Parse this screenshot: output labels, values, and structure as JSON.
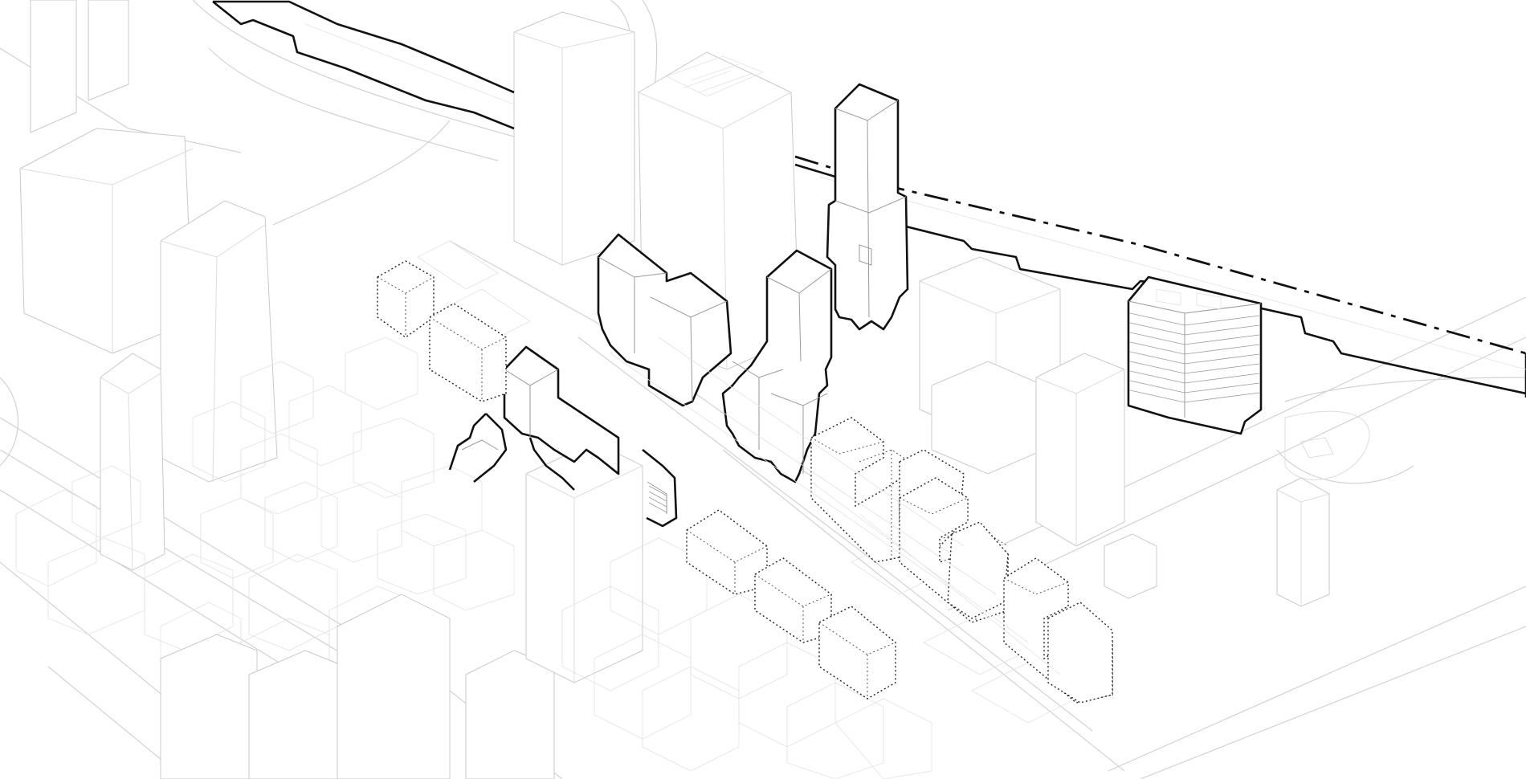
{
  "diagram": {
    "kind": "axonometric massing diagram",
    "colors": {
      "background": "#ffffff",
      "context_line": "#c9c9c9",
      "highlight_line": "#111111",
      "proposed_dotted": "#222222"
    },
    "legend_styles": [
      "faint-grey-context",
      "bold-outline-highlighted",
      "dotted-outline-proposed"
    ]
  }
}
